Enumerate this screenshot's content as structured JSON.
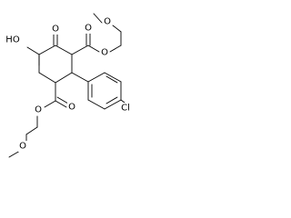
{
  "structure": {
    "atoms": [
      {
        "id": "o_ketone",
        "label": "O"
      },
      {
        "id": "o_ester1_single",
        "label": "O"
      },
      {
        "id": "o_ester1_carbonyl",
        "label": "O"
      },
      {
        "id": "o_ether1",
        "label": "O"
      },
      {
        "id": "o_hydroxyl",
        "label": "HO"
      },
      {
        "id": "cl",
        "label": "Cl"
      },
      {
        "id": "o_ester2_carbonyl",
        "label": "O"
      },
      {
        "id": "o_ester2_single",
        "label": "O"
      },
      {
        "id": "o_ether2",
        "label": "O"
      }
    ]
  }
}
